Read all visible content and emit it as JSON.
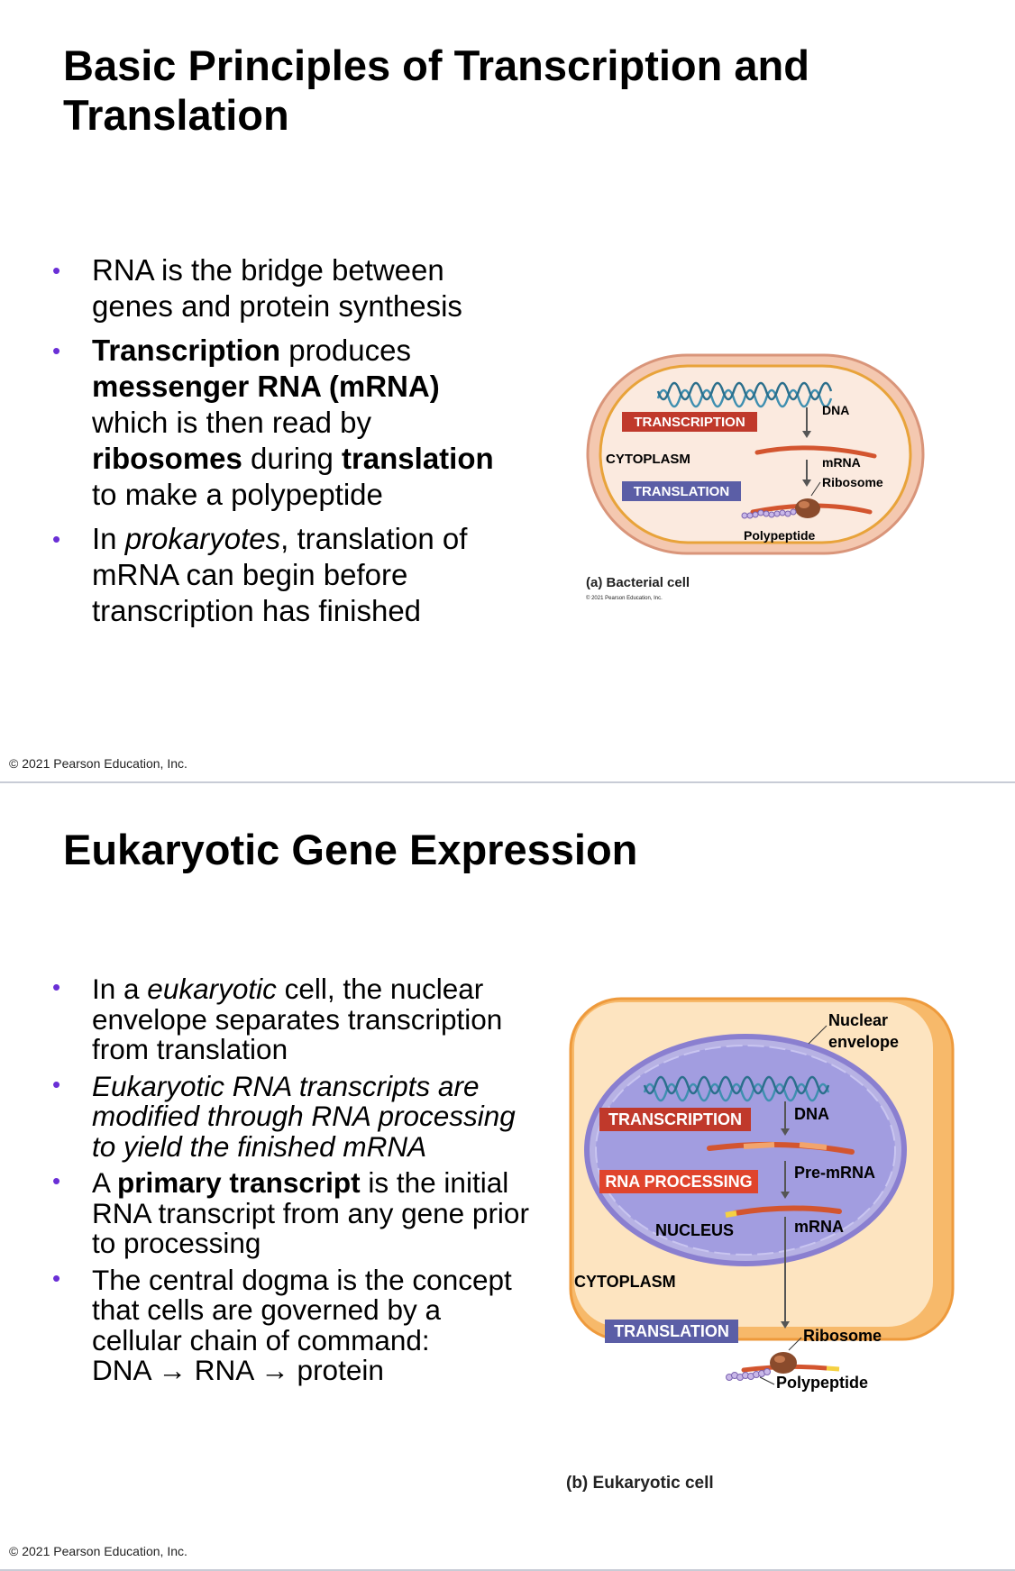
{
  "slide1": {
    "title": "Basic Principles of Transcription and Translation",
    "bullets": [
      [
        {
          "t": "RNA is the bridge between genes and protein synthesis"
        }
      ],
      [
        {
          "t": "Transcription",
          "b": true
        },
        {
          "t": " produces "
        },
        {
          "t": "messenger RNA (mRNA)",
          "b": true
        },
        {
          "t": " which is then read by "
        },
        {
          "t": "ribosomes",
          "b": true
        },
        {
          "t": " during "
        },
        {
          "t": "translation",
          "b": true
        },
        {
          "t": " to make a polypeptide"
        }
      ],
      [
        {
          "t": "In "
        },
        {
          "t": "prokaryotes",
          "i": true
        },
        {
          "t": ", translation of mRNA can begin before transcription has finished"
        }
      ]
    ],
    "footer": "© 2021 Pearson Education, Inc.",
    "figure": {
      "transcription": "TRANSCRIPTION",
      "translation": "TRANSLATION",
      "cytoplasm": "CYTOPLASM",
      "dna": "DNA",
      "mrna": "mRNA",
      "ribosome": "Ribosome",
      "polypeptide": "Polypeptide",
      "caption": "(a) Bacterial cell",
      "copyright": "© 2021 Pearson Education, Inc."
    }
  },
  "slide2": {
    "title": "Eukaryotic Gene Expression",
    "bullets": [
      [
        {
          "t": "In a "
        },
        {
          "t": "eukaryotic",
          "i": true
        },
        {
          "t": " cell, the nuclear envelope separates transcription from translation"
        }
      ],
      [
        {
          "t": "Eukaryotic RNA transcripts are modified through RNA processing to yield the finished mRNA",
          "i": true
        }
      ],
      [
        {
          "t": "A "
        },
        {
          "t": "primary transcript",
          "b": true
        },
        {
          "t": " is the initial RNA transcript from any gene prior to processing"
        }
      ],
      [
        {
          "t": "The central dogma is the concept that cells are governed by a cellular chain of command:"
        },
        {
          "br": true
        },
        {
          "t": "DNA → RNA → protein"
        }
      ]
    ],
    "footer": "© 2021 Pearson Education, Inc.",
    "figure": {
      "nuclear_envelope_line1": "Nuclear",
      "nuclear_envelope_line2": "envelope",
      "transcription": "TRANSCRIPTION",
      "dna": "DNA",
      "rna_processing": "RNA PROCESSING",
      "pre_mrna": "Pre-mRNA",
      "nucleus": "NUCLEUS",
      "mrna": "mRNA",
      "cytoplasm": "CYTOPLASM",
      "translation": "TRANSLATION",
      "ribosome": "Ribosome",
      "polypeptide": "Polypeptide",
      "caption": "(b) Eukaryotic cell"
    }
  },
  "colors": {
    "bullet": "#6a2fd6",
    "transcription_box": "#c0392b",
    "translation_box": "#5b5ea6",
    "rna_processing_box": "#e0442c"
  }
}
